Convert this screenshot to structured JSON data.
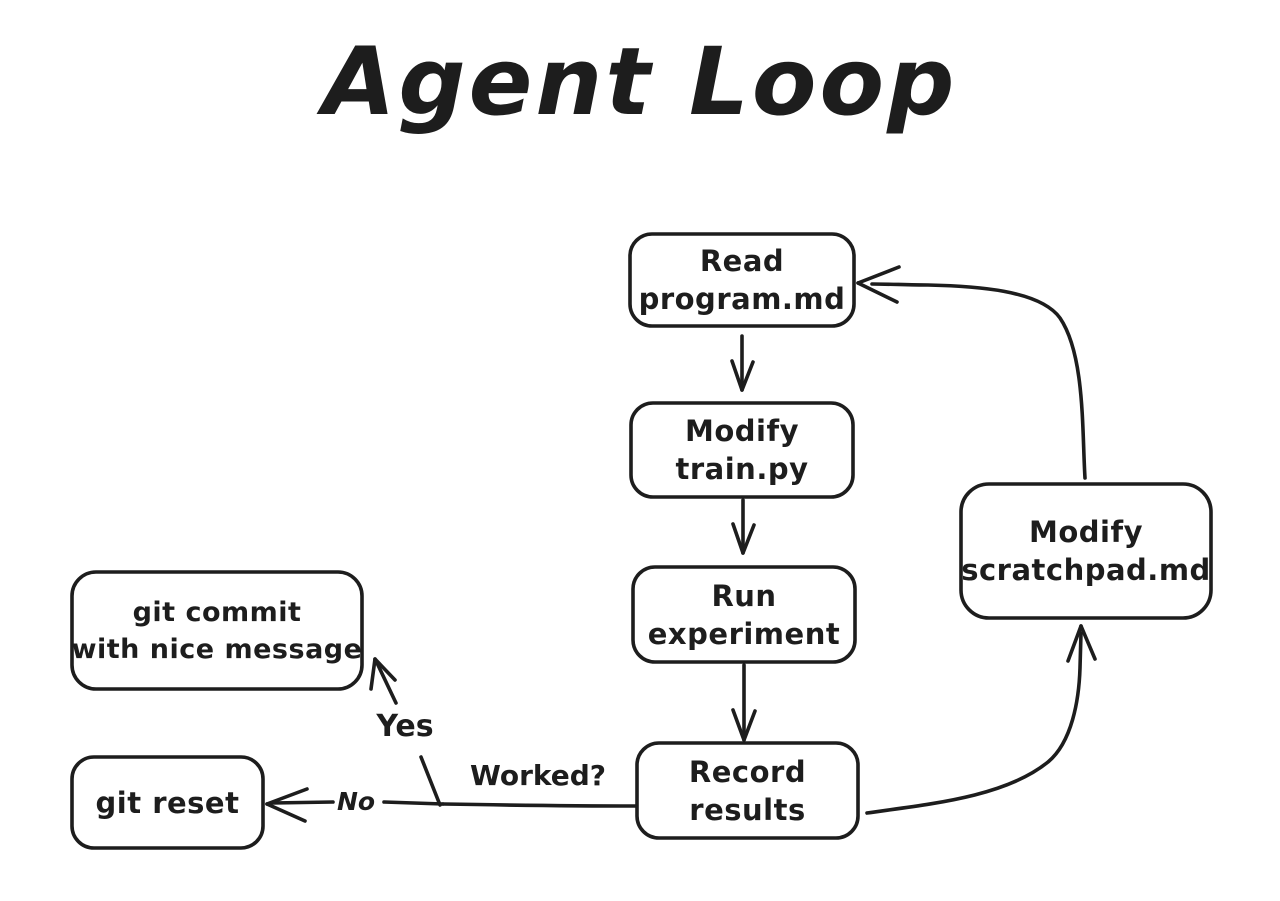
{
  "title": "Agent Loop",
  "colors": {
    "ink": "#1d1d1d",
    "background": "#ffffff"
  },
  "nodes": {
    "read_program": {
      "line1": "Read",
      "line2": "program.md"
    },
    "modify_train": {
      "line1": "Modify",
      "line2": "train.py"
    },
    "run_experiment": {
      "line1": "Run",
      "line2": "experiment"
    },
    "record_results": {
      "line1": "Record",
      "line2": "results"
    },
    "modify_scratchpad": {
      "line1": "Modify",
      "line2": "scratchpad.md"
    },
    "git_commit": {
      "line1": "git commit",
      "line2": "with nice message"
    },
    "git_reset": {
      "line1": "git reset"
    }
  },
  "edge_labels": {
    "worked": "Worked?",
    "yes": "Yes",
    "no": "No"
  }
}
